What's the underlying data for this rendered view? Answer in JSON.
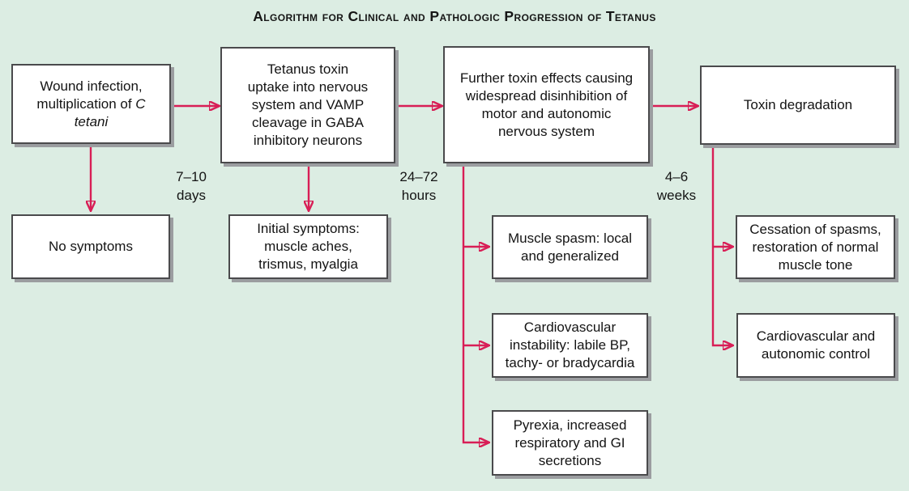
{
  "title": "Algorithm for Clinical and Pathologic Progression of Tetanus",
  "palette": {
    "background": "#dcede3",
    "arrow": "#d81e56",
    "box_fill": "#ffffff",
    "box_border": "#4a4a4c",
    "box_shadow": "#9b9da0",
    "text": "#141414"
  },
  "stages": [
    {
      "text_prefix": "Wound infection, multiplication of ",
      "text_italic": "C tetani"
    },
    {
      "text": "Tetanus toxin uptake into nervous system and VAMP cleavage in GABA inhibitory neurons"
    },
    {
      "text": "Further toxin effects causing widespread disinhibition of motor and autonomic nervous system"
    },
    {
      "text": "Toxin degradation"
    }
  ],
  "durations": [
    {
      "value": "7–10",
      "unit": "days"
    },
    {
      "value": "24–72",
      "unit": "hours"
    },
    {
      "value": "4–6",
      "unit": "weeks"
    }
  ],
  "outcomes": [
    {
      "text": "No symptoms"
    },
    {
      "text": "Initial symptoms: muscle aches, trismus, myalgia"
    },
    {
      "text": "Muscle spasm: local and generalized"
    },
    {
      "text": "Cardiovascular instability: labile BP, tachy- or bradycardia"
    },
    {
      "text": "Pyrexia, increased respiratory and GI secretions"
    },
    {
      "text": "Cessation of spasms, restoration of normal muscle tone"
    },
    {
      "text": "Cardiovascular and autonomic control"
    }
  ]
}
